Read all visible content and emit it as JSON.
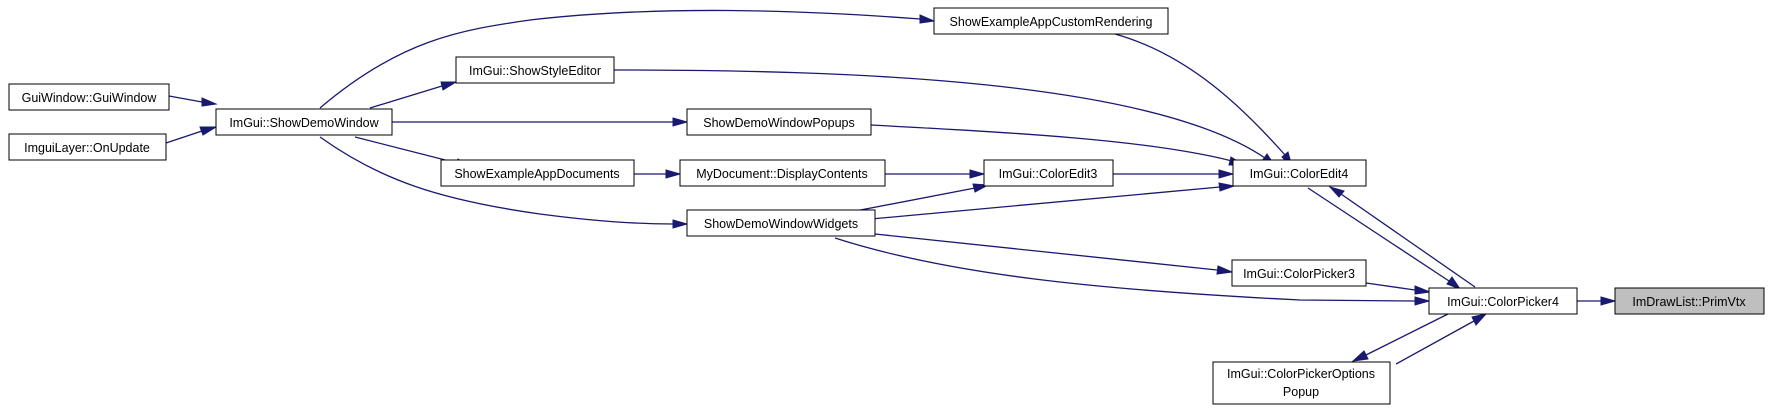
{
  "graph": {
    "title": "",
    "nodes": {
      "gui_window": {
        "label": "GuiWindow::GuiWindow"
      },
      "imgui_layer": {
        "label": "ImguiLayer::OnUpdate"
      },
      "show_demo_window": {
        "label": "ImGui::ShowDemoWindow"
      },
      "show_style_editor": {
        "label": "ImGui::ShowStyleEditor"
      },
      "show_custom_rendering": {
        "label": "ShowExampleAppCustomRendering"
      },
      "show_popups": {
        "label": "ShowDemoWindowPopups"
      },
      "show_documents": {
        "label": "ShowExampleAppDocuments"
      },
      "display_contents": {
        "label": "MyDocument::DisplayContents"
      },
      "color_edit3": {
        "label": "ImGui::ColorEdit3"
      },
      "color_edit4": {
        "label": "ImGui::ColorEdit4"
      },
      "show_widgets": {
        "label": "ShowDemoWindowWidgets"
      },
      "color_picker3": {
        "label": "ImGui::ColorPicker3"
      },
      "color_picker4": {
        "label": "ImGui::ColorPicker4"
      },
      "color_picker_options": {
        "label_line1": "ImGui::ColorPickerOptions",
        "label_line2": "Popup"
      },
      "prim_vtx": {
        "label": "ImDrawList::PrimVtx"
      }
    },
    "edges": [
      [
        "gui_window",
        "show_demo_window"
      ],
      [
        "imgui_layer",
        "show_demo_window"
      ],
      [
        "show_demo_window",
        "show_custom_rendering"
      ],
      [
        "show_demo_window",
        "show_style_editor"
      ],
      [
        "show_demo_window",
        "show_popups"
      ],
      [
        "show_demo_window",
        "show_documents"
      ],
      [
        "show_demo_window",
        "show_widgets"
      ],
      [
        "show_documents",
        "display_contents"
      ],
      [
        "display_contents",
        "color_edit3"
      ],
      [
        "show_widgets",
        "color_edit3"
      ],
      [
        "show_widgets",
        "color_edit4"
      ],
      [
        "show_widgets",
        "color_picker3"
      ],
      [
        "show_widgets",
        "color_picker4"
      ],
      [
        "show_custom_rendering",
        "color_edit4"
      ],
      [
        "show_style_editor",
        "color_edit4"
      ],
      [
        "show_popups",
        "color_edit4"
      ],
      [
        "color_edit3",
        "color_edit4"
      ],
      [
        "color_edit4",
        "color_picker4"
      ],
      [
        "color_picker4",
        "color_edit4"
      ],
      [
        "color_picker3",
        "color_picker4"
      ],
      [
        "color_picker4",
        "color_picker_options"
      ],
      [
        "color_picker_options",
        "color_picker4"
      ],
      [
        "color_picker4",
        "prim_vtx"
      ]
    ],
    "colors": {
      "edge": "#191970",
      "node_border": "#000000",
      "current_node_fill": "#bfbfbf"
    }
  }
}
